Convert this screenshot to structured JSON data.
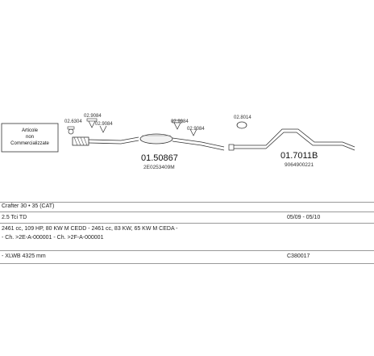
{
  "legend_box": {
    "line1": "Articole",
    "line2": "non",
    "line3": "Commercializzate"
  },
  "part_codes": {
    "c1": "02.6304",
    "c2": "02.9084",
    "c3": "02.9084",
    "c4": "02.9084",
    "c5": "02.9084",
    "c6": "02.8014"
  },
  "middle_part": {
    "number": "01.50867",
    "oem": "2E0253409M"
  },
  "rear_part": {
    "number": "01.7011B",
    "oem": "9064900221"
  },
  "info": {
    "model": "Crafter 30 • 35 (CAT)",
    "engine": "2.5 Tci TD",
    "date_range": "05/09 - 05/10",
    "spec": "2461 cc, 109 HP, 80 KW  M CEDD - 2461 cc, 83 KW, 65 KW  M CEDA -",
    "chassis": "- Ch. >2E-A-000001 - Ch. >2F-A-000001",
    "wheelbase": "- XLWB 4325 mm",
    "ref": "C380017"
  }
}
